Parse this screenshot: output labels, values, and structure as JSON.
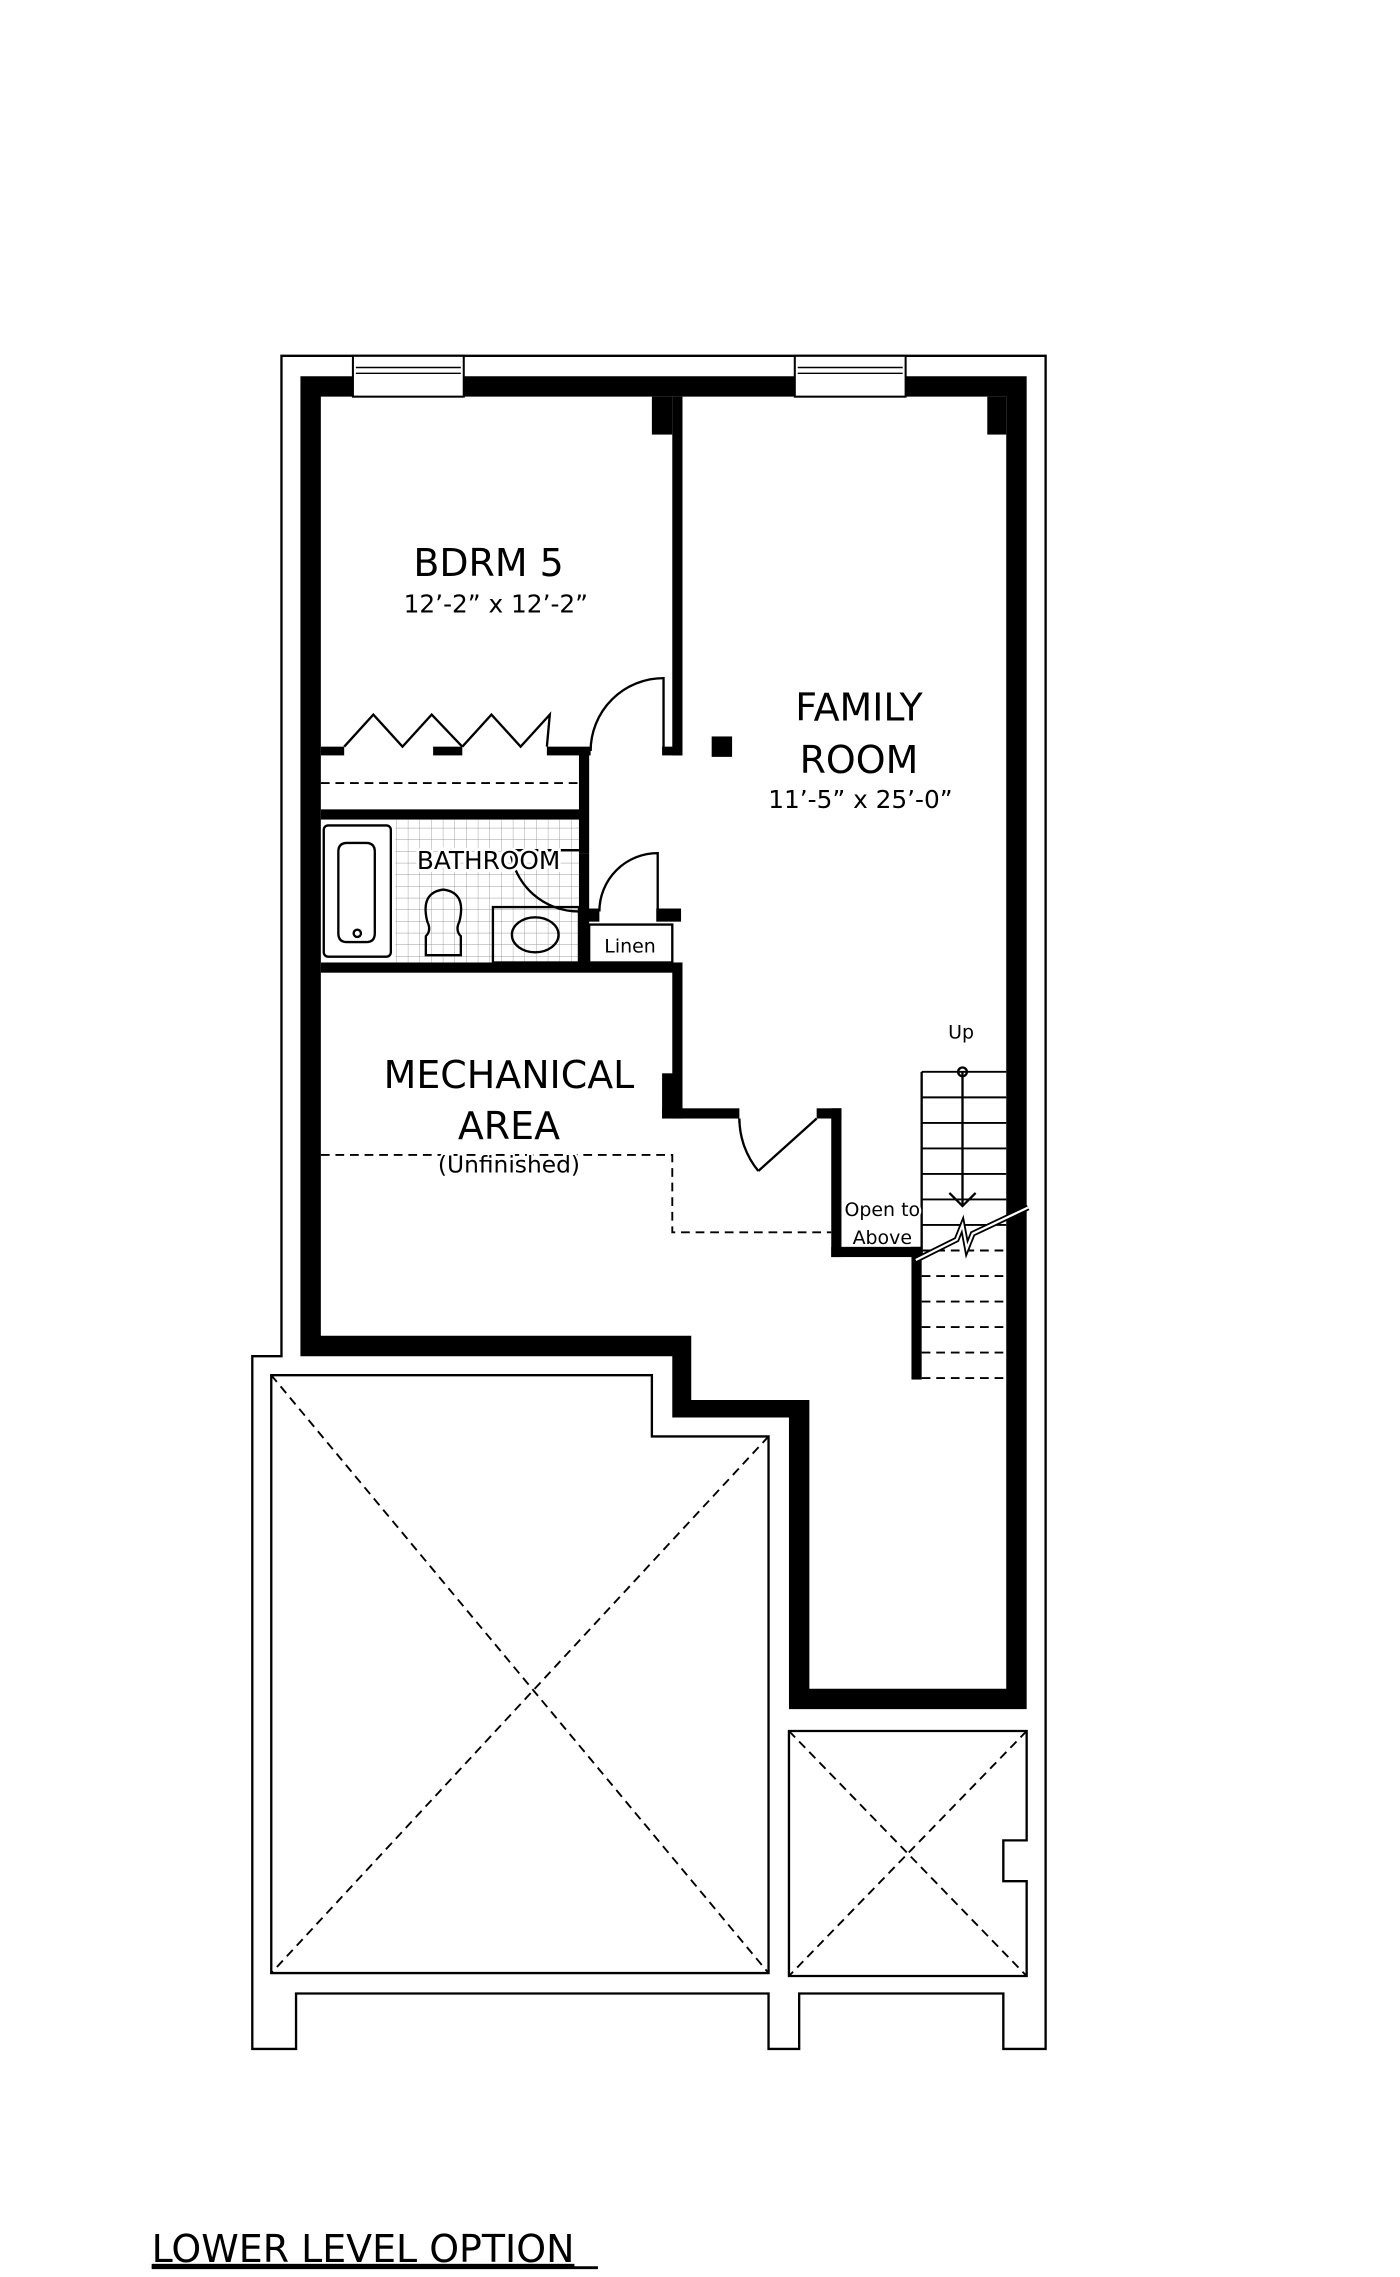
{
  "plan": {
    "title": "LOWER LEVEL OPTION",
    "rooms": {
      "bedroom": {
        "name": "BDRM 5",
        "size": "12’-2” x 12’-2”"
      },
      "family": {
        "name_line1": "FAMILY",
        "name_line2": "ROOM",
        "size": "11’-5” x 25’-0”"
      },
      "bathroom": {
        "name": "BATHROOM"
      },
      "linen": {
        "name": "Linen"
      },
      "mechanical": {
        "name_line1": "MECHANICAL",
        "name_line2": "AREA",
        "note": "(Unfinished)"
      }
    },
    "stairs": {
      "direction": "Up",
      "open_line1": "Open to",
      "open_line2": "Above"
    }
  }
}
